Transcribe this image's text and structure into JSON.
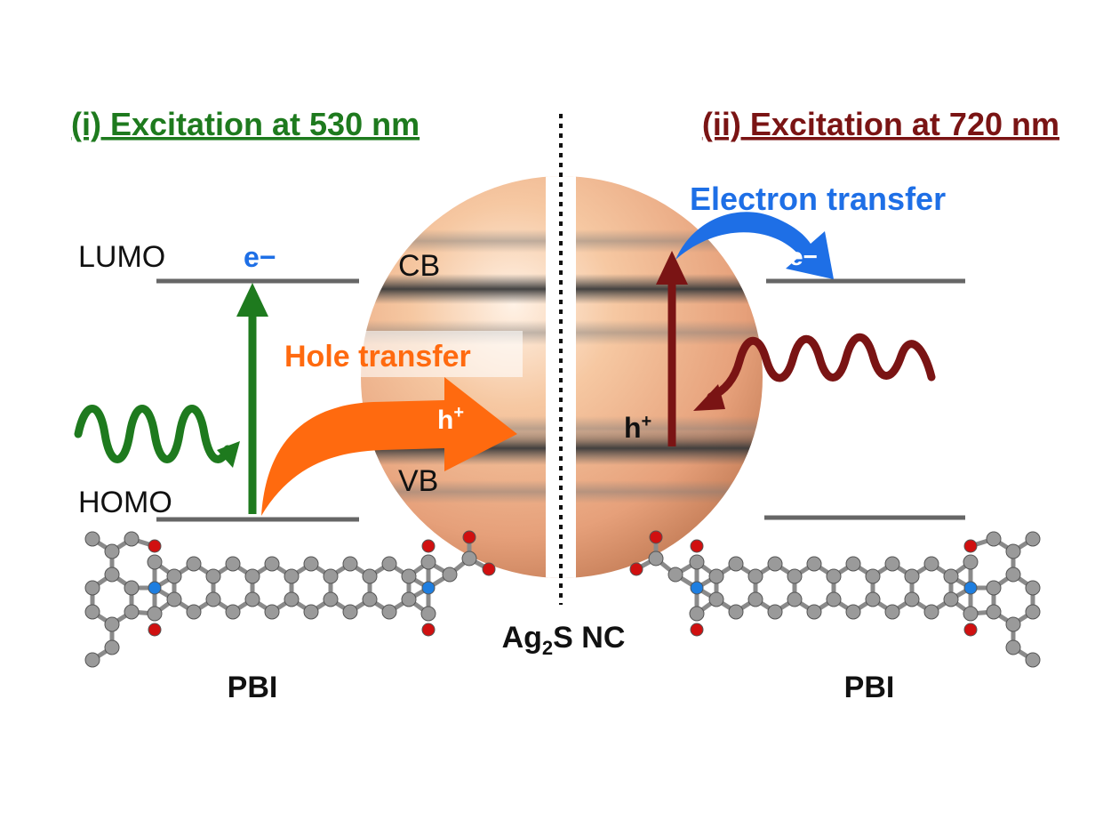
{
  "left_panel": {
    "header": "(i) Excitation at 530 nm",
    "lumo_label": "LUMO",
    "homo_label": "HOMO",
    "electron_label": "e−",
    "hole_transfer_label": "Hole transfer",
    "hole_label": "h",
    "hole_sup": "+",
    "molecule_label": "PBI"
  },
  "right_panel": {
    "header": "(ii) Excitation at 720 nm",
    "electron_transfer_label": "Electron transfer",
    "electron_label": "e−",
    "hole_label": "h",
    "hole_sup": "+",
    "molecule_label": "PBI"
  },
  "nanocrystal": {
    "cb_label": "CB",
    "vb_label": "VB",
    "name_prefix": "Ag",
    "name_subscript": "2",
    "name_suffix": "S NC"
  },
  "colors": {
    "green": "#1e7a1e",
    "darkred": "#7a1414",
    "blue": "#1e6fe6",
    "orange": "#ff6a0f",
    "sphere": "#f0b890",
    "level_line": "#666666"
  }
}
